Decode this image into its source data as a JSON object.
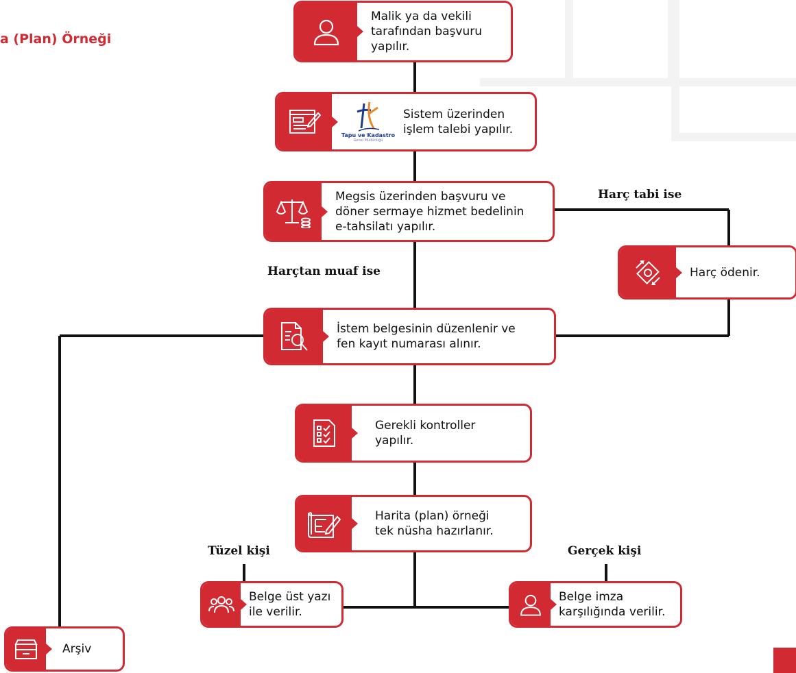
{
  "header": {
    "title": "a (Plan) Örneği"
  },
  "nodes": {
    "application": {
      "text": "Malik ya da vekili\ntarafından başvuru\nyapılır.",
      "icon": "person-icon"
    },
    "system_request": {
      "text": "Sistem üzerinden\nişlem talebi yapılır.",
      "icon": "form-edit-icon",
      "logo_title": "Tapu ve Kadastro",
      "logo_sub": "Genel Müdürlüğü"
    },
    "megsis_payment": {
      "text": "Megsis üzerinden başvuru ve\ndöner sermaye hizmet bedelinin\ne-tahsilatı yapılır.",
      "icon": "scales-coins-icon"
    },
    "fee_paid": {
      "text": "Harç ödenir.",
      "icon": "money-transfer-icon"
    },
    "request_document": {
      "text": "İstem belgesinin düzenlenir ve\nfen kayıt numarası alınır.",
      "icon": "document-search-icon"
    },
    "checks": {
      "text": "Gerekli kontroller\nyapılır.",
      "icon": "checklist-icon"
    },
    "map_copy": {
      "text": "Harita (plan) örneği\ntek nüsha hazırlanır.",
      "icon": "blueprint-edit-icon"
    },
    "legal_entity_delivery": {
      "text": "Belge üst yazı\nile verilir.",
      "icon": "group-icon"
    },
    "real_person_delivery": {
      "text": "Belge imza\nkarşılığında verilir.",
      "icon": "person-icon"
    },
    "archive": {
      "text": "Arşiv",
      "icon": "archive-box-icon"
    }
  },
  "labels": {
    "fee_applicable": "Harç tabi ise",
    "fee_exempt": "Harçtan muaf ise",
    "legal_entity": "Tüzel kişi",
    "real_person": "Gerçek kişi"
  },
  "colors": {
    "accent": "#d12a33",
    "line": "#111111"
  }
}
